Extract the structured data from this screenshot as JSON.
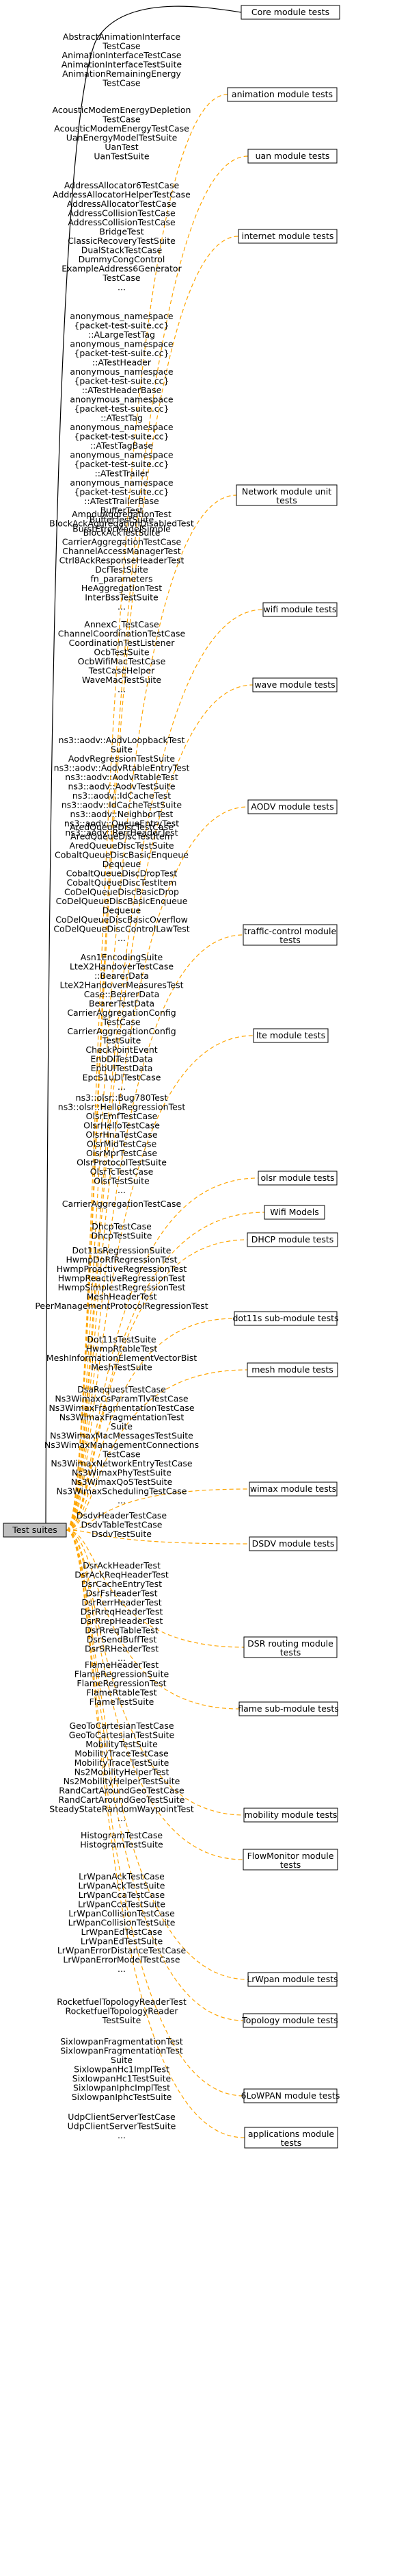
{
  "root": {
    "label": "Test suites",
    "color": "#bfbfbf"
  },
  "colors": {
    "edge_dependency": "#000000",
    "edge_usage": "#ffa500",
    "text_edge": "#ffa500"
  },
  "groups": [
    {
      "id": "core",
      "label": [
        "Core module tests"
      ],
      "cases": []
    },
    {
      "id": "animation",
      "label": [
        "animation module tests"
      ],
      "cases": [
        "AbstractAnimationInterface",
        "TestCase",
        "AnimationInterfaceTestCase",
        "AnimationInterfaceTestSuite",
        "AnimationRemainingEnergy",
        "TestCase"
      ]
    },
    {
      "id": "uan",
      "label": [
        "uan module tests"
      ],
      "cases": [
        "AcousticModemEnergyDepletion",
        "TestCase",
        "AcousticModemEnergyTestCase",
        "UanEnergyModelTestSuite",
        "UanTest",
        "UanTestSuite"
      ]
    },
    {
      "id": "internet",
      "label": [
        "internet module tests"
      ],
      "cases": [
        "AddressAllocator6TestCase",
        "AddressAllocatorHelperTestCase",
        "AddressAllocatorTestCase",
        "AddressCollisionTestCase",
        "AddressCollisionTestCase",
        "BridgeTest",
        "ClassicRecoveryTestSuite",
        "DualStackTestCase",
        "DummyCongControl",
        "ExampleAddress6Generator",
        "TestCase",
        "..."
      ]
    },
    {
      "id": "netunit",
      "label": [
        "Network module unit",
        "tests"
      ],
      "cases": [
        "anonymous_namespace",
        "{packet-test-suite.cc}",
        "::ALargeTestTag",
        "anonymous_namespace",
        "{packet-test-suite.cc}",
        "::ATestHeader",
        "anonymous_namespace",
        "{packet-test-suite.cc}",
        "::ATestHeaderBase",
        "anonymous_namespace",
        "{packet-test-suite.cc}",
        "::ATestTag",
        "anonymous_namespace",
        "{packet-test-suite.cc}",
        "::ATestTagBase",
        "anonymous_namespace",
        "{packet-test-suite.cc}",
        "::ATestTrailer",
        "anonymous_namespace",
        "{packet-test-suite.cc}",
        "::ATestTrailerBase",
        "BufferTest",
        "BufferTestSuite",
        "BurstErrorModelSimple",
        "..."
      ]
    },
    {
      "id": "wifi",
      "label": [
        "wifi module tests"
      ],
      "cases": [
        "AmpduAggregationTest",
        "BlockAckAggregationDisabledTest",
        "BlockAckTestSuite",
        "CarrierAggregationTestCase",
        "ChannelAccessManagerTest",
        "Ctrl8AckResponseHeaderTest",
        "DcfTestSuite",
        "fn_parameters",
        "HeAggregationTest",
        "InterBssTestSuite",
        "..."
      ]
    },
    {
      "id": "wave",
      "label": [
        "wave module tests"
      ],
      "cases": [
        "AnnexC_TestCase",
        "ChannelCoordinationTestCase",
        "CoordinationTestListener",
        "OcbTestSuite",
        "OcbWifiMacTestCase",
        "TestCaseHelper",
        "WaveMacTestSuite",
        "..."
      ]
    },
    {
      "id": "aodv",
      "label": [
        "AODV module tests"
      ],
      "cases": [
        "ns3::aodv::AodvLoopbackTest",
        "Suite",
        "AodvRegressionTestSuite",
        "ns3::aodv::AodvRtableEntryTest",
        "ns3::aodv::AodvRtableTest",
        "ns3::aodv::AodvTestSuite",
        "ns3::aodv::IdCacheTest",
        "ns3::aodv::IdCacheTestSuite",
        "ns3::aodv::NeighborTest",
        "ns3::aodv::QueueEntryTest",
        "ns3::aodv::RerrHeaderTest",
        "..."
      ]
    },
    {
      "id": "traffic",
      "label": [
        "traffic-control module",
        "tests"
      ],
      "cases": [
        "AredQueueDiscTestCase",
        "AredQueueDiscTestItem",
        "AredQueueDiscTestSuite",
        "CobaltQueueDiscBasicEnqueue",
        "Dequeue",
        "CobaltQueueDiscDropTest",
        "CobaltQueueDiscTestItem",
        "CoDelQueueDiscBasicDrop",
        "CoDelQueueDiscBasicEnqueue",
        "Dequeue",
        "CoDelQueueDiscBasicOverflow",
        "CoDelQueueDiscControlLawTest",
        "..."
      ]
    },
    {
      "id": "lte",
      "label": [
        "lte module tests"
      ],
      "cases": [
        "Asn1EncodingSuite",
        "LteX2HandoverTestCase",
        "::BearerData",
        "LteX2HandoverMeasuresTest",
        "Case::BearerData",
        "BearerTestData",
        "CarrierAggregationConfig",
        "TestCase",
        "CarrierAggregationConfig",
        "TestSuite",
        "CheckPointEvent",
        "EnbDlTestData",
        "EnbUlTestData",
        "EpcS1uDlTestCase",
        "..."
      ]
    },
    {
      "id": "olsr",
      "label": [
        "olsr module tests"
      ],
      "cases": [
        "ns3::olsr::Bug780Test",
        "ns3::olsr::HelloRegressionTest",
        "OlsrEmfTestCase",
        "OlsrHelloTestCase",
        "OlsrHnaTestCase",
        "OlsrMidTestCase",
        "OlsrMprTestCase",
        "OlsrProtocolTestSuite",
        "OlsrTcTestCase",
        "OlsrTestSuite",
        "..."
      ]
    },
    {
      "id": "wifimodels",
      "label": [
        "Wifi Models"
      ],
      "cases": [
        "CarrierAggregationTestCase"
      ]
    },
    {
      "id": "dhcp",
      "label": [
        "DHCP module tests"
      ],
      "cases": [
        "DhcpTestCase",
        "DhcpTestSuite"
      ]
    },
    {
      "id": "dot11s",
      "label": [
        "dot11s sub-module tests"
      ],
      "cases": [
        "Dot11sRegressionSuite",
        "HwmpDoRfRegressionTest",
        "HwmpProactiveRegressionTest",
        "HwmpReactiveRegressionTest",
        "HwmpSimplestRegressionTest",
        "MeshHeaderTest",
        "PeerManagementProtocolRegressionTest"
      ]
    },
    {
      "id": "mesh",
      "label": [
        "mesh module tests"
      ],
      "cases": [
        "Dot11sTestSuite",
        "HwmpRtableTest",
        "MeshInformationElementVectorBist",
        "MeshTestSuite"
      ]
    },
    {
      "id": "wimax",
      "label": [
        "wimax module tests"
      ],
      "cases": [
        "DsaRequestTestCase",
        "Ns3WimaxCsParamTlvTestCase",
        "Ns3WimaxFragmentationTestCase",
        "Ns3WimaxFragmentationTest",
        "Suite",
        "Ns3WimaxMacMessagesTestSuite",
        "Ns3WimaxManagementConnections",
        "TestCase",
        "Ns3WimaxNetworkEntryTestCase",
        "Ns3WimaxPhyTestSuite",
        "Ns3WimaxQoSTestSuite",
        "Ns3WimaxSchedulingTestCase",
        "..."
      ]
    },
    {
      "id": "dsdv",
      "label": [
        "DSDV module tests"
      ],
      "cases": [
        "DsdvHeaderTestCase",
        "DsdvTableTestCase",
        "DsdvTestSuite"
      ]
    },
    {
      "id": "dsr",
      "label": [
        "DSR routing module",
        "tests"
      ],
      "cases": [
        "DsrAckHeaderTest",
        "DsrAckReqHeaderTest",
        "DsrCacheEntryTest",
        "DsrFsHeaderTest",
        "DsrRerrHeaderTest",
        "DsrRreqHeaderTest",
        "DsrRrepHeaderTest",
        "DsrRreqTableTest",
        "DsrSendBuffTest",
        "DsrSRHeaderTest",
        "..."
      ]
    },
    {
      "id": "flame",
      "label": [
        "flame sub-module tests"
      ],
      "cases": [
        "FlameHeaderTest",
        "FlameRegressionSuite",
        "FlameRegressionTest",
        "FlameRtableTest",
        "FlameTestSuite"
      ]
    },
    {
      "id": "mobility",
      "label": [
        "mobility module tests"
      ],
      "cases": [
        "GeoToCartesianTestCase",
        "GeoToCartesianTestSuite",
        "MobilityTestSuite",
        "MobilityTraceTestCase",
        "MobilityTraceTestSuite",
        "Ns2MobilityHelperTest",
        "Ns2MobilityHelperTestSuite",
        "RandCartAroundGeoTestCase",
        "RandCartAroundGeoTestSuite",
        "SteadyStateRandomWaypointTest",
        "..."
      ]
    },
    {
      "id": "flowmon",
      "label": [
        "FlowMonitor module",
        "tests"
      ],
      "cases": [
        "HistogramTestCase",
        "HistogramTestSuite"
      ]
    },
    {
      "id": "lrwpan",
      "label": [
        "LrWpan module tests"
      ],
      "cases": [
        "LrWpanAckTestCase",
        "LrWpanAckTestSuite",
        "LrWpanCcaTestCase",
        "LrWpanCcaTestSuite",
        "LrWpanCollisionTestCase",
        "LrWpanCollisionTestSuite",
        "LrWpanEdTestCase",
        "LrWpanEdTestSuite",
        "LrWpanErrorDistanceTestCase",
        "LrWpanErrorModelTestCase",
        "..."
      ]
    },
    {
      "id": "topology",
      "label": [
        "Topology module tests"
      ],
      "cases": [
        "RocketfuelTopologyReaderTest",
        "RocketfuelTopologyReader",
        "TestSuite"
      ]
    },
    {
      "id": "sixlowpan",
      "label": [
        "6LoWPAN module tests"
      ],
      "cases": [
        "SixlowpanFragmentationTest",
        "SixlowpanFragmentationTest",
        "Suite",
        "SixlowpanHc1ImplTest",
        "SixlowpanHc1TestSuite",
        "SixlowpanIphcImplTest",
        "SixlowpanIphcTestSuite"
      ]
    },
    {
      "id": "apps",
      "label": [
        "applications module",
        "tests"
      ],
      "cases": [
        "UdpClientServerTestCase",
        "UdpClientServerTestSuite",
        "..."
      ]
    }
  ]
}
